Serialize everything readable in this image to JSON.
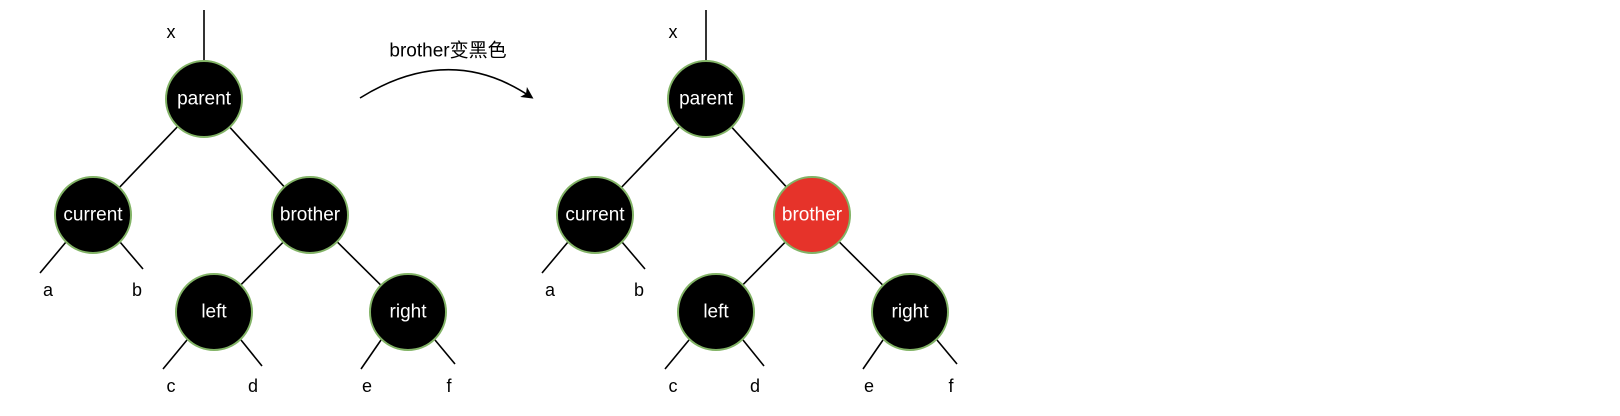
{
  "colors": {
    "black_node": "#000000",
    "red_node": "#e6332a",
    "node_border": "#82b366",
    "edge": "#000000"
  },
  "transition": {
    "label": "brother变黑色"
  },
  "trees": [
    {
      "id": "before",
      "root_label": "x",
      "nodes": [
        {
          "key": "parent",
          "label": "parent",
          "color": "black"
        },
        {
          "key": "current",
          "label": "current",
          "color": "black"
        },
        {
          "key": "brother",
          "label": "brother",
          "color": "black"
        },
        {
          "key": "left",
          "label": "left",
          "color": "black"
        },
        {
          "key": "right",
          "label": "right",
          "color": "black"
        }
      ],
      "leaves": [
        "a",
        "b",
        "c",
        "d",
        "e",
        "f"
      ]
    },
    {
      "id": "after",
      "root_label": "x",
      "nodes": [
        {
          "key": "parent",
          "label": "parent",
          "color": "black"
        },
        {
          "key": "current",
          "label": "current",
          "color": "black"
        },
        {
          "key": "brother",
          "label": "brother",
          "color": "red"
        },
        {
          "key": "left",
          "label": "left",
          "color": "black"
        },
        {
          "key": "right",
          "label": "right",
          "color": "black"
        }
      ],
      "leaves": [
        "a",
        "b",
        "c",
        "d",
        "e",
        "f"
      ]
    }
  ]
}
